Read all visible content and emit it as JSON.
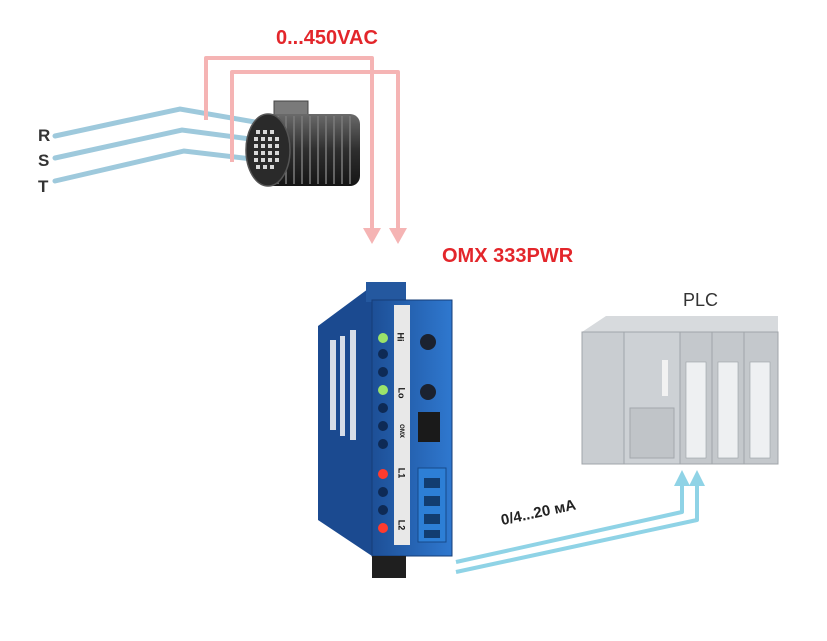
{
  "voltage_label": "0...450VAC",
  "device_label": "OMX 333PWR",
  "plc_label": "PLC",
  "output_label": "0/4...20 мА",
  "phases": [
    "R",
    "S",
    "T"
  ],
  "device_terminals": [
    "Hi",
    "Lo",
    "L1",
    "L2"
  ],
  "device_badge": "OMX",
  "colors": {
    "voltage_wire": "#f5b4b4",
    "phase_wire": "#9ec9dc",
    "signal_wire": "#8fd3e6",
    "title_red": "#e3262b",
    "device_blue": "#2a6fc4"
  }
}
